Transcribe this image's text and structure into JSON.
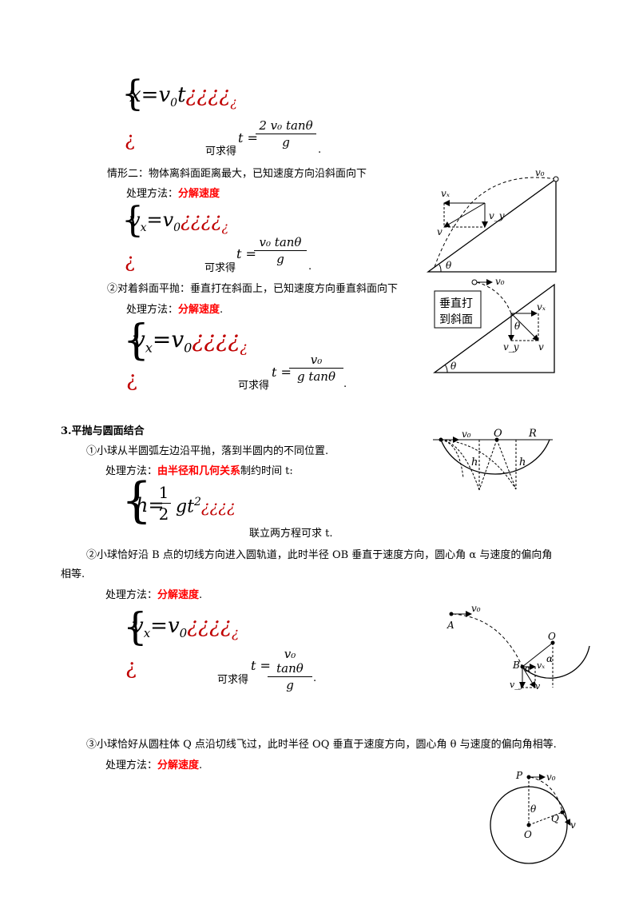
{
  "section1": {
    "eq1_lead": "{",
    "eq1": "x=v",
    "eq1_sub": "0",
    "eq1_t": "t",
    "eq1_tail": "¿¿¿¿",
    "eq1_tail2": "¿",
    "eq1_bottom": "¿",
    "result1_prefix": "可求得",
    "result1_lhs": "t =",
    "result1_num": "2 v₀ tanθ",
    "result1_den": "g",
    "result1_end": ".",
    "case2_title": "情形二：物体离斜面距离最大，已知速度方向沿斜面向下",
    "case2_method_prefix": "处理方法：",
    "case2_method": "分解速度",
    "eq2": "v",
    "eq2_sub": "x",
    "eq2_rest": "=v",
    "eq2_sub0": "0",
    "eq2_tail": "¿¿¿¿",
    "eq2_tail2": "¿",
    "eq2_bottom": "¿",
    "result2_prefix": "可求得",
    "result2_lhs": "t =",
    "result2_num": "v₀ tanθ",
    "result2_den": "g",
    "result2_end": ".",
    "case3_title": "②对着斜面平抛：垂直打在斜面上，已知速度方向垂直斜面向下",
    "case3_method_prefix": "处理方法：",
    "case3_method": "分解速度",
    "case3_method_end": ".",
    "eq3": "v",
    "eq3_sub": "x",
    "eq3_rest": "=v",
    "eq3_sub0": "0",
    "eq3_tail": "¿¿¿¿",
    "eq3_tail2": "¿",
    "eq3_bottom": "¿",
    "result3_prefix": "可求得",
    "result3_lhs": "t =",
    "result3_num": "v₀",
    "result3_den": "g tanθ",
    "result3_end": "."
  },
  "section3": {
    "heading": "3.平抛与圆面结合",
    "item1": "①小球从半圆弧左边沿平抛，落到半圆内的不同位置.",
    "item1_method_prefix": "处理方法：",
    "item1_method": "由半径和几何关系",
    "item1_method_suffix": "制约时间 t:",
    "eq4": "h=",
    "eq4_num": "1",
    "eq4_den": "2",
    "eq4_rest": "gt",
    "eq4_sup": "2",
    "eq4_tail": "¿¿¿¿",
    "eq4_after": "联立两方程可求 t.",
    "item2_line1": "②小球恰好沿 B 点的切线方向进入圆轨道，此时半径 OB 垂直于速度方向，圆心角 α 与速度的偏向角",
    "item2_line2": "相等.",
    "item2_method_prefix": "处理方法：",
    "item2_method": "分解速度",
    "item2_method_end": ".",
    "eq5": "v",
    "eq5_sub": "x",
    "eq5_rest": "=v",
    "eq5_sub0": "0",
    "eq5_tail": "¿¿¿¿",
    "eq5_tail2": "¿",
    "eq5_bottom": "¿",
    "result5_lhs": "t =",
    "result5_num": "v₀ tanθ",
    "result5_den": "g",
    "result5_prefix": "可求得",
    "result5_end": ".",
    "item3": "③小球恰好从圆柱体 Q 点沿切线飞过，此时半径 OQ 垂直于速度方向，圆心角 θ 与速度的偏向角相等.",
    "item3_method_prefix": "处理方法：",
    "item3_method": "分解速度",
    "item3_method_end": "."
  },
  "figures": {
    "fig1": {
      "v0": "v₀",
      "vx": "vₓ",
      "vy": "v_y",
      "v": "v",
      "theta": "θ"
    },
    "fig2": {
      "v0": "v₀",
      "box": [
        "垂直打",
        "到斜面"
      ],
      "vx": "vₓ",
      "theta_in": "θ",
      "vy": "v_y",
      "v": "v",
      "theta": "θ"
    },
    "fig3": {
      "v0": "v₀",
      "O": "O",
      "R": "R",
      "h1": "h",
      "h2": "h"
    },
    "fig4": {
      "A": "A",
      "v0": "v₀",
      "O": "O",
      "alpha": "α",
      "B": "B",
      "alpha2": "α",
      "vx": "vₓ",
      "vy": "v_y",
      "v": "v"
    },
    "fig5": {
      "P": "P",
      "v0": "v₀",
      "theta": "θ",
      "Q": "Q",
      "v": "v",
      "O": "O"
    }
  }
}
